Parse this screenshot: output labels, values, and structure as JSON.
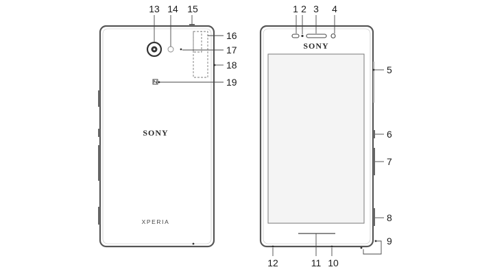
{
  "back_view": {
    "brand": "SONY",
    "model": "XPERIA",
    "callouts": [
      "13",
      "14",
      "15",
      "16",
      "17",
      "18",
      "19"
    ]
  },
  "front_view": {
    "brand": "SONY",
    "callouts": [
      "1",
      "2",
      "3",
      "4",
      "5",
      "6",
      "7",
      "8",
      "9",
      "10",
      "11",
      "12"
    ]
  },
  "colors": {
    "line": "#444444",
    "body_fill": "#ffffff",
    "screen_fill": "#f4f4f4"
  }
}
